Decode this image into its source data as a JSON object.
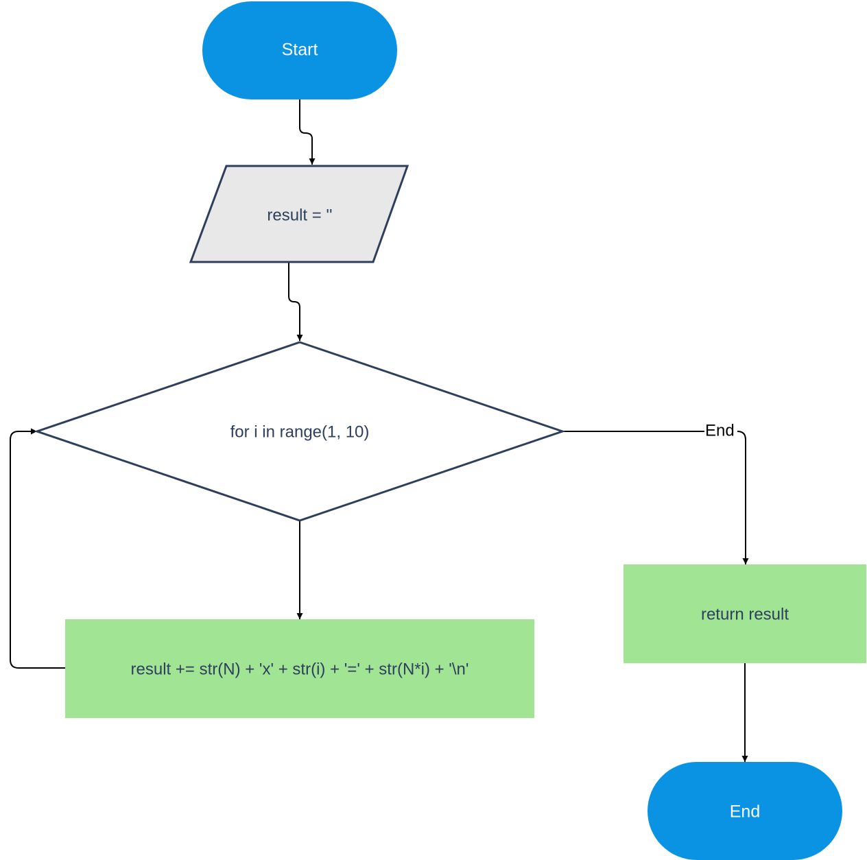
{
  "nodes": {
    "start": {
      "label": "Start",
      "shape": "terminal",
      "color": "#0a93e2"
    },
    "init": {
      "label": "result = ''",
      "shape": "parallelogram",
      "color": "#e8e8e8"
    },
    "loop": {
      "label": "for i in range(1, 10)",
      "shape": "decision",
      "color": "#ffffff"
    },
    "body": {
      "label": "result += str(N) + 'x' + str(i) + '=' + str(N*i) + '\\n'",
      "shape": "process",
      "color": "#a1e494"
    },
    "ret": {
      "label": "return result",
      "shape": "process",
      "color": "#a1e494"
    },
    "end": {
      "label": "End",
      "shape": "terminal",
      "color": "#0a93e2"
    }
  },
  "edges": [
    {
      "from": "start",
      "to": "init",
      "label": ""
    },
    {
      "from": "init",
      "to": "loop",
      "label": ""
    },
    {
      "from": "loop",
      "to": "body",
      "label": ""
    },
    {
      "from": "body",
      "to": "loop",
      "label": ""
    },
    {
      "from": "loop",
      "to": "ret",
      "label": "End"
    },
    {
      "from": "ret",
      "to": "end",
      "label": ""
    }
  ],
  "colors": {
    "stroke": "#2e3f5c",
    "terminal_text": "#ffffff",
    "node_text": "#2e3f5c",
    "edge": "#000000"
  }
}
